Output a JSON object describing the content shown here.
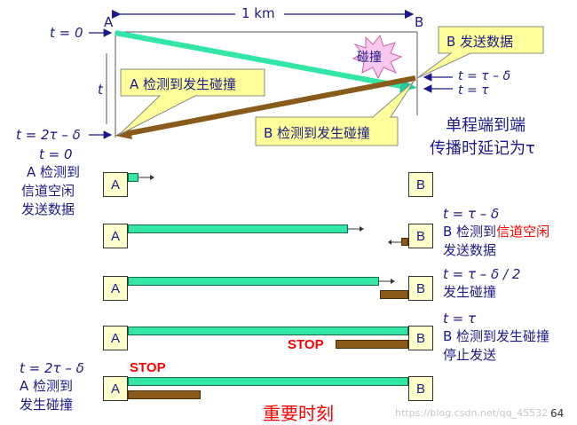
{
  "top": {
    "distance": "1 km",
    "node_a": "A",
    "node_b": "B",
    "t0": "t = 0",
    "t_axis": "t",
    "t_2tau_delta": "t = 2τ – δ",
    "t_tau_delta": "t = τ – δ",
    "t_tau": "t = τ",
    "collision_burst": "碰撞",
    "callout_b_send": "B 发送数据",
    "callout_a_detect": "A 检测到发生碰撞",
    "callout_b_detect": "B 检测到发生碰撞",
    "note_line1": "单程端到端",
    "note_line2": "传播时延记为τ"
  },
  "rows": [
    {
      "node_a": "A",
      "node_b": "B",
      "left_lines": [
        "t = 0",
        "A 检测到",
        "信道空闲",
        "发送数据"
      ]
    },
    {
      "node_a": "A",
      "node_b": "B",
      "right_time": "t = τ – δ",
      "right_line1_prefix": "B 检测到",
      "right_line1_highlight": "信道空闲",
      "right_line2": "发送数据"
    },
    {
      "node_a": "A",
      "node_b": "B",
      "right_time": "t = τ – δ / 2",
      "right_line1": "发生碰撞"
    },
    {
      "node_a": "A",
      "node_b": "B",
      "stop": "STOP",
      "right_time": "t = τ",
      "right_line1": "B 检测到发生碰撞",
      "right_line2": "停止发送"
    },
    {
      "node_a": "A",
      "node_b": "B",
      "stop": "STOP",
      "left_lines": [
        "t = 2τ – δ",
        "A 检测到",
        "发生碰撞"
      ]
    }
  ],
  "footer": {
    "title": "重要时刻",
    "watermark": "https://blog.csdn.net/qq_45532",
    "page_number": "64"
  },
  "colors": {
    "frame_signal": "#33e6a6",
    "collision_signal": "#8a5a1a",
    "node_fill": "#ffffcc",
    "callout_fill": "#ffff99",
    "text": "#1a1a8c",
    "highlight": "#ff0000"
  }
}
